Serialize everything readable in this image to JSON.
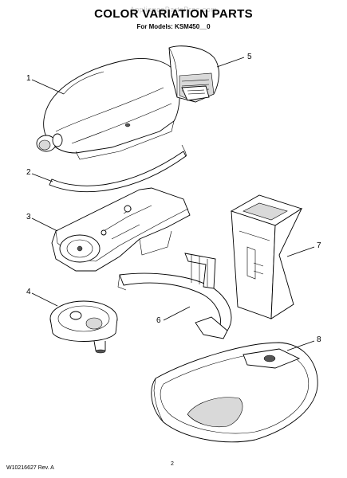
{
  "header": {
    "title": "COLOR VARIATION PARTS",
    "subtitle": "For Models: KSM450__0",
    "watermark": "AppliancePartsPros.com"
  },
  "callouts": [
    {
      "label": "1",
      "part": "motor-housing"
    },
    {
      "label": "2",
      "part": "trim-band"
    },
    {
      "label": "3",
      "part": "base-plate"
    },
    {
      "label": "4",
      "part": "planetary-cover"
    },
    {
      "label": "5",
      "part": "gear-case-cover"
    },
    {
      "label": "6",
      "part": "bowl-support"
    },
    {
      "label": "7",
      "part": "pedestal"
    },
    {
      "label": "8",
      "part": "stand-base"
    }
  ],
  "footer": {
    "doc_number": "W10216627 Rev. A",
    "page_number": "2"
  }
}
